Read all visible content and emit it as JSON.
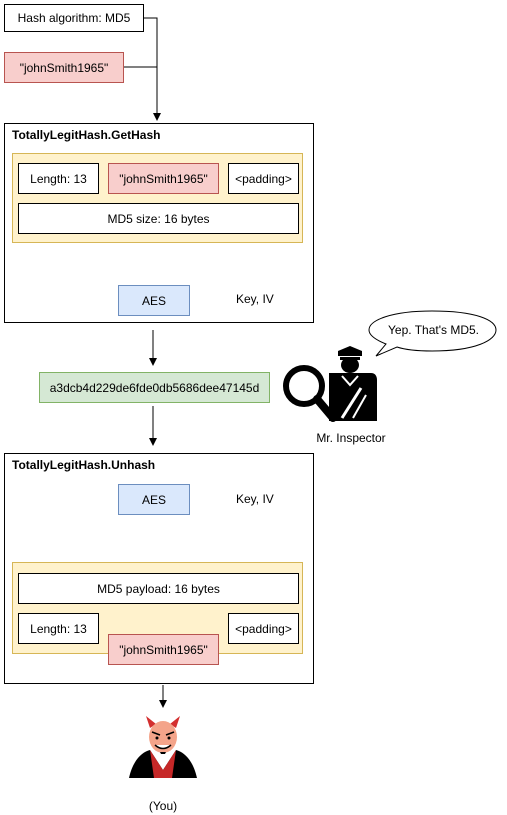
{
  "top": {
    "hash_algorithm": "Hash algorithm: MD5",
    "input_string": "\"johnSmith1965\""
  },
  "gethash": {
    "title": "TotallyLegitHash.GetHash",
    "length": "Length: 13",
    "string": "\"johnSmith1965\"",
    "padding": "<padding>",
    "md5_size": "MD5 size: 16 bytes",
    "aes": "AES",
    "key_iv": "Key, IV"
  },
  "hash_output": "a3dcb4d229de6fde0db5686dee47145d",
  "inspector": {
    "speech": "Yep. That's MD5.",
    "label": "Mr. Inspector",
    "icon": "inspector-icon"
  },
  "unhash": {
    "title": "TotallyLegitHash.Unhash",
    "aes": "AES",
    "key_iv": "Key, IV",
    "md5_payload": "MD5 payload: 16 bytes",
    "length": "Length: 13",
    "padding": "<padding>",
    "string": "\"johnSmith1965\""
  },
  "you": {
    "label": "(You)",
    "icon": "devil-icon"
  },
  "colors": {
    "pink_fill": "#f8cecc",
    "pink_stroke": "#b85450",
    "blue_fill": "#dae8fc",
    "blue_stroke": "#6c8ebf",
    "green_fill": "#d5e8d4",
    "green_stroke": "#82b366",
    "yellow_fill": "#fff2cc",
    "yellow_stroke": "#d6b656"
  }
}
